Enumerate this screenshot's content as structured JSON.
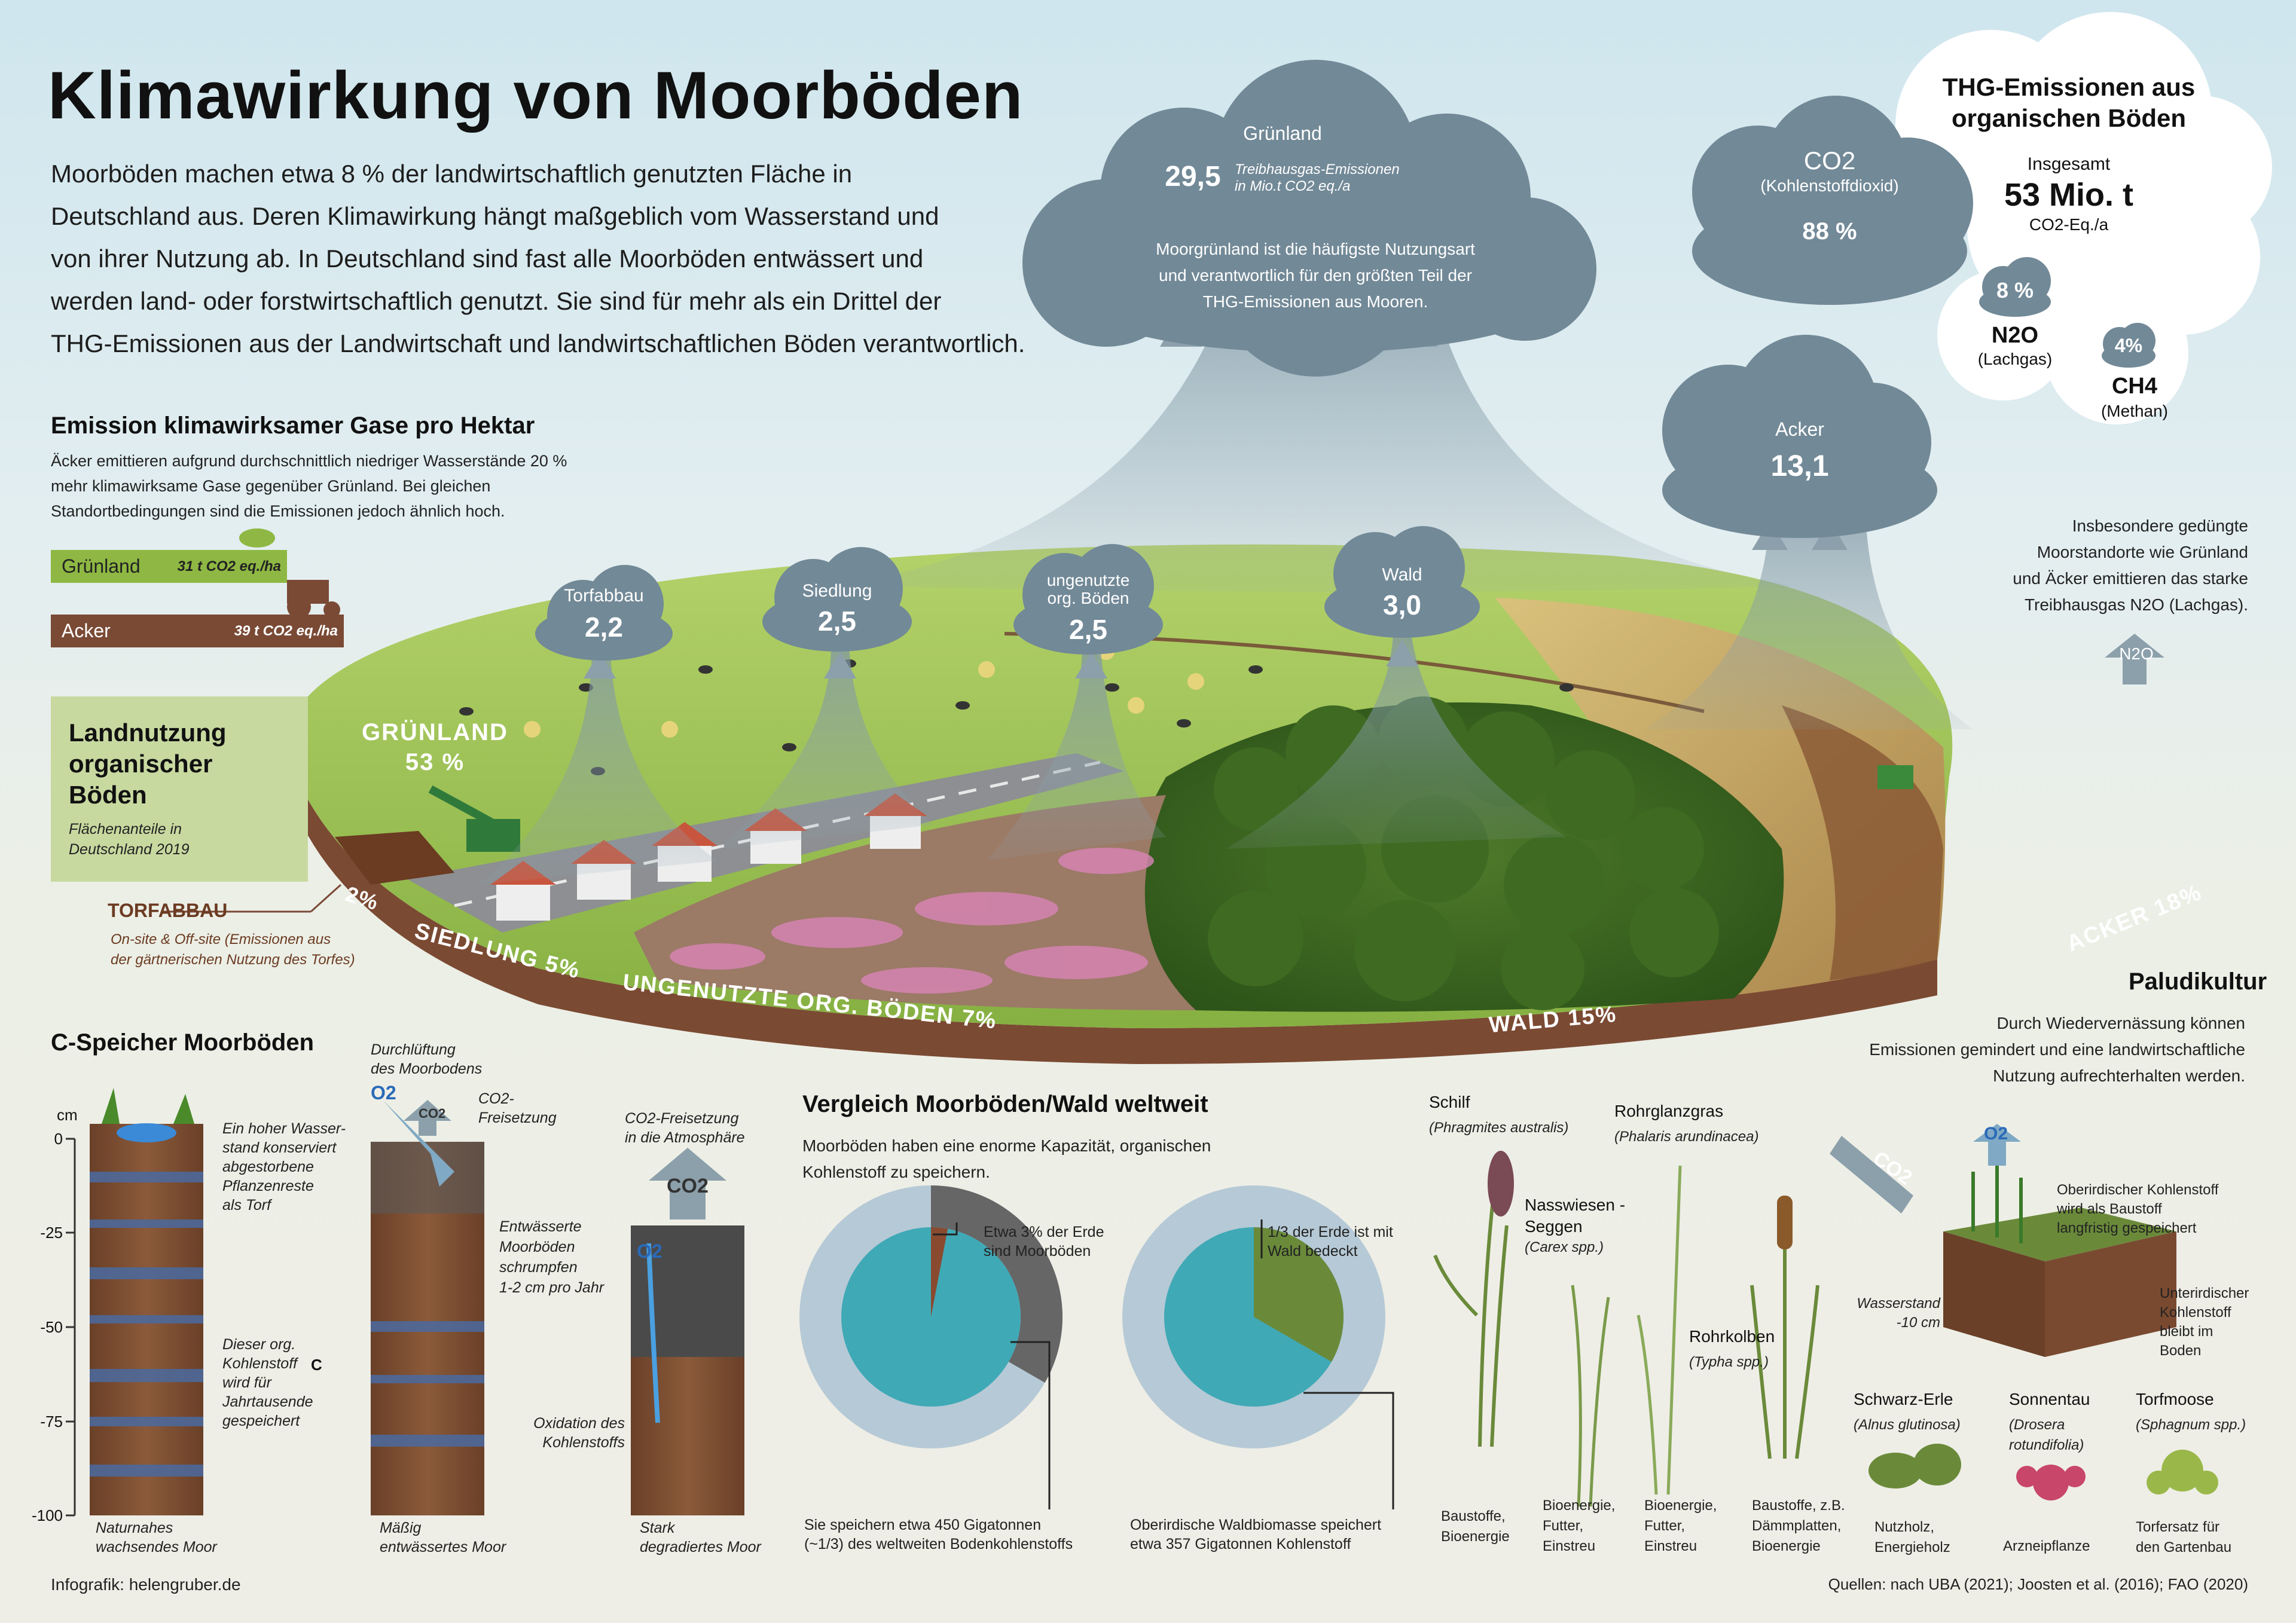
{
  "title": "Klimawirkung von Moorböden",
  "intro": "Moorböden machen etwa 8 % der landwirtschaftlich genutzten Fläche in\nDeutschland aus. Deren Klimawirkung hängt maßgeblich vom Wasserstand und\nvon ihrer Nutzung ab. In Deutschland sind fast alle Moorböden entwässert und\nwerden land- oder forstwirtschaftlich genutzt. Sie sind für mehr als ein Drittel der\nTHG-Emissionen aus der Landwirtschaft und landwirtschaftlichen Böden verantwortlich.",
  "emission_per_ha": {
    "heading": "Emission klimawirksamer Gase pro Hektar",
    "text": "Äcker emittieren aufgrund durchschnittlich niedriger Wasserstände 20 %\nmehr klimawirksame Gase gegenüber Grünland. Bei gleichen\nStandortbedingungen               sind die Emissionen jedoch ähnlich hoch.",
    "gruenland_label": "Grünland",
    "gruenland_value": "31 t CO2 eq./ha",
    "acker_label": "Acker",
    "acker_value": "39 t CO2 eq./ha",
    "gruenland_t": 31,
    "acker_t": 39,
    "gruenland_color": "#8eb843",
    "acker_color": "#7a4a35"
  },
  "landuse_box": {
    "title": "Landnutzung\norganischer\nBöden",
    "subtitle": "Flächenanteile in\nDeutschland 2019"
  },
  "landuse": {
    "gruenland": "GRÜNLAND\n53 %",
    "torf_pct": "2%",
    "siedlung": "SIEDLUNG 5%",
    "ungenutzt": "UNGENUTZTE ORG. BÖDEN 7%",
    "wald": "WALD 15%",
    "acker": "ACKER 18%",
    "shares": {
      "gruenland": 53,
      "torfabbau": 2,
      "siedlung": 5,
      "ungenutzt": 7,
      "wald": 15,
      "acker": 18
    },
    "colors": {
      "gruenland": "#8cba4a",
      "torfabbau": "#8a3a22",
      "siedlung": "#a05a3a",
      "ungenutzt": "#8a5a6a",
      "wald": "#b77545",
      "acker": "#8a4a30"
    }
  },
  "torfabbau_note": {
    "title": "TORFABBAU",
    "text": "On-site & Off-site (Emissionen aus\nder gärtnerischen Nutzung des Torfes)"
  },
  "clouds": {
    "gruenland": {
      "label": "Grünland",
      "value": "29,5",
      "unit": "Treibhausgas-Emissionen\nin Mio.t CO2 eq./a",
      "desc": "Moorgrünland ist die häufigste Nutzungsart\nund verantwortlich für den größten Teil der\nTHG-Emissionen aus Mooren."
    },
    "torfabbau": {
      "label": "Torfabbau",
      "value": "2,2"
    },
    "siedlung": {
      "label": "Siedlung",
      "value": "2,5"
    },
    "ungenutzt": {
      "label": "ungenutzte\norg. Böden",
      "value": "2,5"
    },
    "wald": {
      "label": "Wald",
      "value": "3,0"
    },
    "acker": {
      "label": "Acker",
      "value": "13,1"
    }
  },
  "thg_total": {
    "heading": "THG-Emissionen aus\norganischen Böden",
    "insgesamt": "Insgesamt",
    "total": "53 Mio. t",
    "unit": "CO2-Eq./a",
    "co2": {
      "formula": "CO2",
      "name": "(Kohlenstoffdioxid)",
      "pct": "88 %"
    },
    "n2o": {
      "pct": "8 %",
      "formula": "N2O",
      "name": "(Lachgas)"
    },
    "ch4": {
      "pct": "4%",
      "formula": "CH4",
      "name": "(Methan)"
    }
  },
  "n2o_note": {
    "text": "Insbesondere gedüngte\nMoorstandorte wie Grünland\nund Äcker emittieren das starke\nTreibhausgas N2O (Lachgas).",
    "arrow": "N2O"
  },
  "c_speicher": {
    "heading": "C-Speicher Moorböden",
    "axis_unit": "cm",
    "ticks": [
      "0",
      "-25",
      "-50",
      "-75",
      "-100"
    ],
    "tick_values": [
      0,
      -25,
      -50,
      -75,
      -100
    ],
    "col1_note1": "Ein hoher Wasser-\nstand konserviert\nabgestorbene\nPflanzenreste\nals Torf",
    "col1_note2": "Dieser org.\nKohlenstoff\nwird für\nJahrtausende\ngespeichert",
    "col1_label": "Naturnahes\nwachsendes Moor",
    "col2_top": "Durchlüftung\ndes Moorbodens",
    "col2_co2": "CO2-\nFreisetzung",
    "col2_note": "Entwässerte\nMoorböden\nschrumpfen\n1-2 cm pro Jahr",
    "col2_label": "Mäßig\nentwässertes Moor",
    "col3_top": "CO2-Freisetzung\nin die Atmosphäre",
    "col3_note": "Oxidation des\nKohlenstoffs",
    "col3_label": "Stark\ndegradiertes Moor",
    "o2": "O2",
    "co2": "CO2",
    "c": "C"
  },
  "vergleich": {
    "heading": "Vergleich Moorböden/Wald weltweit",
    "text": "Moorböden haben eine enorme Kapazität, organischen\nKohlenstoff zu speichern.",
    "pie1_note": "Etwa 3% der Erde\nsind Moorböden",
    "pie1_caption": "Sie speichern etwa 450 Gigatonnen\n(~1/3) des weltweiten Bodenkohlenstoffs",
    "pie2_note": "1/3 der Erde ist mit\nWald bedeckt",
    "pie2_caption": "Oberirdische Waldbiomasse speichert\netwa 357 Gigatonnen Kohlenstoff",
    "pie1_share": 0.03,
    "pie1_ring_share": 0.3333,
    "pie2_share": 0.3333
  },
  "plants": {
    "schilf": {
      "name": "Schilf",
      "latin": "(Phragmites australis)",
      "use": "Baustoffe,\nBioenergie"
    },
    "rohrglanz": {
      "name": "Rohrglanzgras",
      "latin": "(Phalaris arundinacea)",
      "use": "Bioenergie,\nFutter,\nEinstreu"
    },
    "seggen": {
      "name": "Nasswiesen -\nSeggen",
      "latin": "(Carex spp.)",
      "use": "Bioenergie,\nFutter,\nEinstreu"
    },
    "rohrkolben": {
      "name": "Rohrkolben",
      "latin": "(Typha spp.)",
      "use": "Baustoffe, z.B.\nDämmplatten,\nBioenergie"
    }
  },
  "paludikultur": {
    "heading": "Paludikultur",
    "text": "Durch Wiedervernässung können\nEmissionen gemindert und eine landwirtschaftliche\nNutzung aufrechterhalten werden.",
    "oberird": "Oberirdischer Kohlenstoff\nwird als Baustoff\nlangfristig gespeichert",
    "wasserstand": "Wasserstand\n-10 cm",
    "unterird": "Unterirdischer\nKohlenstoff\nbleibt im\nBoden",
    "co2": "CO2",
    "o2": "O2",
    "erle": {
      "name": "Schwarz-Erle",
      "latin": "(Alnus glutinosa)",
      "use": "Nutzholz,\nEnergieholz"
    },
    "sonnentau": {
      "name": "Sonnentau",
      "latin": "(Drosera\nrotundifolia)",
      "use": "Arzneipflanze"
    },
    "torfmoose": {
      "name": "Torfmoose",
      "latin": "(Sphagnum spp.)",
      "use": "Torfersatz für\nden Gartenbau"
    }
  },
  "footer": {
    "credit": "Infografik: helengruber.de",
    "sources": "Quellen: nach UBA (2021); Joosten et al. (2016); FAO (2020)"
  }
}
